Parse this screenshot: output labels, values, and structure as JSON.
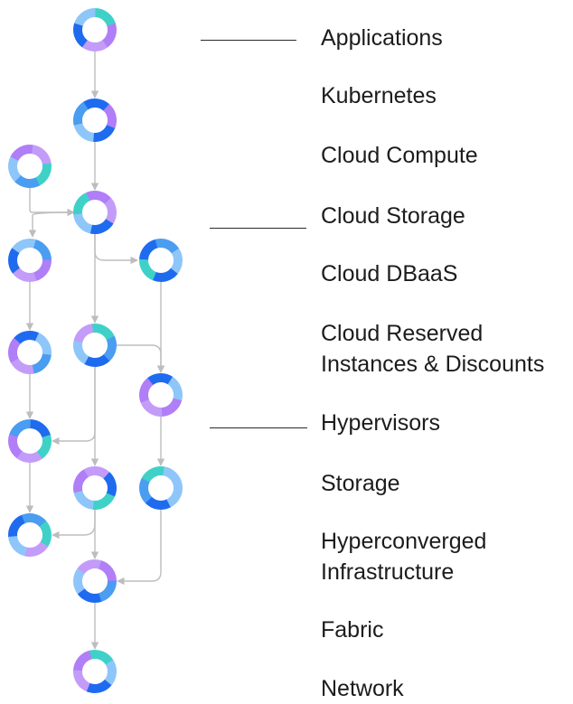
{
  "layers": [
    {
      "id": "applications",
      "label": "Applications"
    },
    {
      "id": "kubernetes",
      "label": "Kubernetes"
    },
    {
      "id": "cloud-compute",
      "label": "Cloud Compute"
    },
    {
      "id": "cloud-storage",
      "label": "Cloud Storage"
    },
    {
      "id": "cloud-dbaas",
      "label": "Cloud DBaaS"
    },
    {
      "id": "cloud-reserved",
      "label": "Cloud Reserved",
      "label_line2": "Instances & Discounts"
    },
    {
      "id": "hypervisors",
      "label": "Hypervisors"
    },
    {
      "id": "storage",
      "label": "Storage"
    },
    {
      "id": "hci",
      "label": "Hyperconverged",
      "label_line2": "Infrastructure"
    },
    {
      "id": "fabric",
      "label": "Fabric"
    },
    {
      "id": "network",
      "label": "Network"
    }
  ],
  "colors": {
    "purple": "#b07ef7",
    "blue": "#1f6bef",
    "light_blue": "#8ec6fa",
    "mid_blue": "#4a9df0",
    "teal": "#3fd1c8",
    "lavender": "#c39cf9",
    "connector": "#bdbdbd",
    "rule": "#2a2a2a",
    "text": "#1c1c1c"
  }
}
